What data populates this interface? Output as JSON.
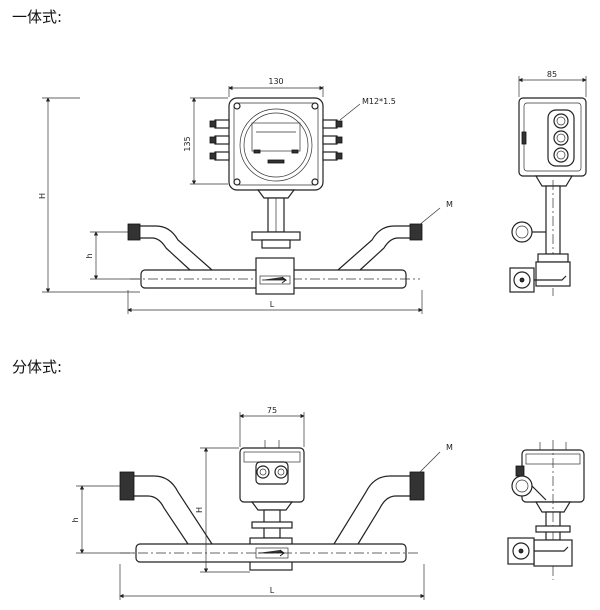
{
  "headings": {
    "integrated": "一体式:",
    "split": "分体式:"
  },
  "integrated": {
    "dim_width": "130",
    "dim_height_head": "135",
    "dim_side_width": "85",
    "thread_label": "M12*1.5",
    "pipe_thread": "M",
    "total_height": "H",
    "center_height": "h",
    "length": "L"
  },
  "split": {
    "dim_width": "75",
    "pipe_thread": "M",
    "total_height": "H",
    "center_height": "h",
    "length": "L"
  }
}
